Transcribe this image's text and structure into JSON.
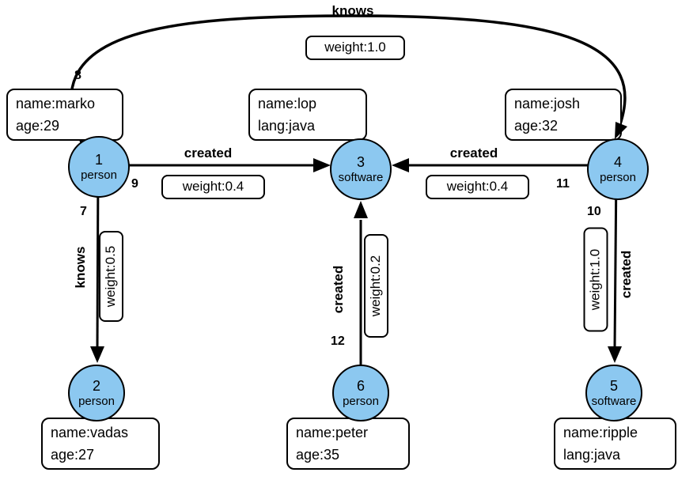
{
  "nodes": {
    "1": {
      "id": "1",
      "type": "person",
      "properties": {
        "name": "name:marko",
        "age": "age:29"
      }
    },
    "2": {
      "id": "2",
      "type": "person",
      "properties": {
        "name": "name:vadas",
        "age": "age:27"
      }
    },
    "3": {
      "id": "3",
      "type": "software",
      "properties": {
        "name": "name:lop",
        "lang": "lang:java"
      }
    },
    "4": {
      "id": "4",
      "type": "person",
      "properties": {
        "name": "name:josh",
        "age": "age:32"
      }
    },
    "5": {
      "id": "5",
      "type": "software",
      "properties": {
        "name": "name:ripple",
        "lang": "lang:java"
      }
    },
    "6": {
      "id": "6",
      "type": "person",
      "properties": {
        "name": "name:peter",
        "age": "age:35"
      }
    }
  },
  "edges": {
    "7": {
      "id": "7",
      "label": "knows",
      "weight": "weight:0.5",
      "from": "1",
      "to": "2"
    },
    "8": {
      "id": "8",
      "label": "knows",
      "weight": "weight:1.0",
      "from": "1",
      "to": "4"
    },
    "9": {
      "id": "9",
      "label": "created",
      "weight": "weight:0.4",
      "from": "1",
      "to": "3"
    },
    "10": {
      "id": "10",
      "label": "created",
      "weight": "weight:1.0",
      "from": "4",
      "to": "5"
    },
    "11": {
      "id": "11",
      "label": "created",
      "weight": "weight:0.4",
      "from": "4",
      "to": "3"
    },
    "12": {
      "id": "12",
      "label": "created",
      "weight": "weight:0.2",
      "from": "6",
      "to": "3"
    }
  },
  "colors": {
    "node_fill": "#8CC8F0",
    "edge_stroke": "#000000",
    "box_fill": "#FFFFFF",
    "text": "#000000"
  }
}
